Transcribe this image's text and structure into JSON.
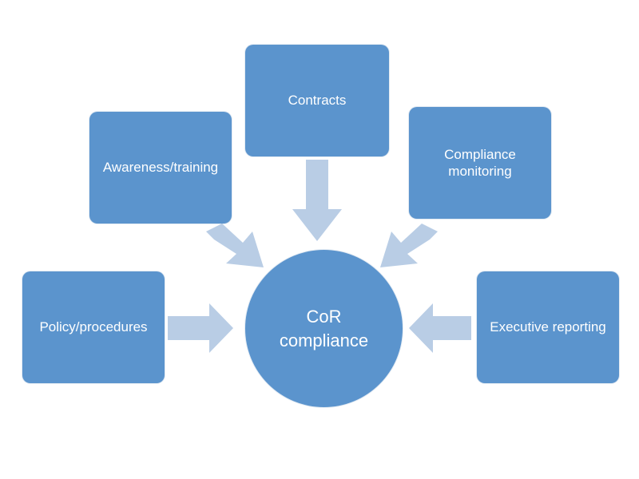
{
  "diagram": {
    "center": {
      "label": "CoR\ncompliance"
    },
    "nodes": [
      {
        "id": "contracts",
        "label": "Contracts"
      },
      {
        "id": "awareness",
        "label": "Awareness/training"
      },
      {
        "id": "monitoring",
        "label": "Compliance\nmonitoring"
      },
      {
        "id": "policy",
        "label": "Policy/procedures"
      },
      {
        "id": "executive",
        "label": "Executive reporting"
      }
    ],
    "colors": {
      "box_fill": "#5b94cd",
      "arrow_fill": "#b9cde5",
      "text": "#ffffff",
      "background": "#ffffff"
    }
  }
}
